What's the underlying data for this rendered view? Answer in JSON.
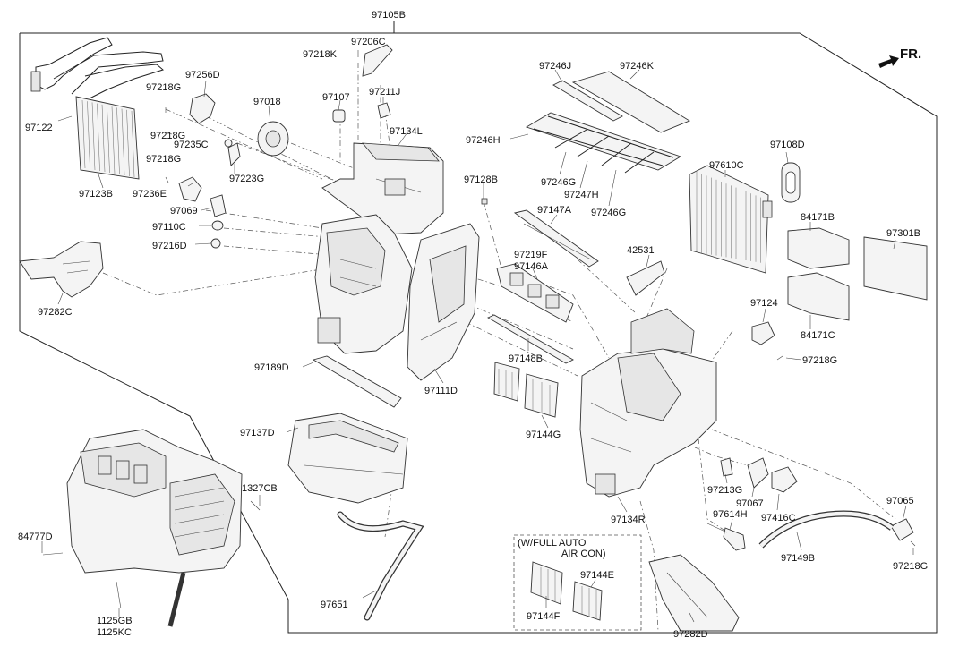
{
  "header": {
    "title": "97105B",
    "direction": "FR."
  },
  "colors": {
    "ink": "#111111",
    "line": "#222222",
    "fill": "#f4f4f4",
    "shade": "#e6e6e6",
    "background": "#ffffff"
  },
  "callouts": {
    "p97122": "97122",
    "p97123b": "97123B",
    "p97218g_a": "97218G",
    "p97256d": "97256D",
    "p97218g_b": "97218G",
    "p97235c": "97235C",
    "p97218g_c": "97218G",
    "p97236e": "97236E",
    "p97018": "97018",
    "p97223g": "97223G",
    "p97069": "97069",
    "p97110c": "97110C",
    "p97216d": "97216D",
    "p97282c": "97282C",
    "p97218k": "97218K",
    "p97206c": "97206C",
    "p97107": "97107",
    "p97211j": "97211J",
    "p97134l": "97134L",
    "p97128b": "97128B",
    "p97246j": "97246J",
    "p97246k": "97246K",
    "p97246h": "97246H",
    "p97246g_a": "97246G",
    "p97247h": "97247H",
    "p97246g_b": "97246G",
    "p97147a": "97147A",
    "p97219f": "97219F",
    "p97146a": "97146A",
    "p97148b": "97148B",
    "p97111d": "97111D",
    "p97189d": "97189D",
    "p97137d": "97137D",
    "p97144g": "97144G",
    "p42531": "42531",
    "p97108d": "97108D",
    "p97610c": "97610C",
    "p84171b": "84171B",
    "p97301b": "97301B",
    "p97124": "97124",
    "p84171c": "84171C",
    "p97218g_d": "97218G",
    "p97134r": "97134R",
    "p97213g": "97213G",
    "p97067": "97067",
    "p97416c": "97416C",
    "p97614h": "97614H",
    "p97065": "97065",
    "p97149b": "97149B",
    "p97218g_e": "97218G",
    "p1327cb": "1327CB",
    "p84777d": "84777D",
    "p1125gb": "1125GB",
    "p1125kc": "1125KC",
    "p97651": "97651",
    "p97144f": "97144F",
    "p97144e": "97144E",
    "p97282d": "97282D"
  },
  "option_box": {
    "line1": "(W/FULL AUTO",
    "line2": "AIR CON)"
  }
}
